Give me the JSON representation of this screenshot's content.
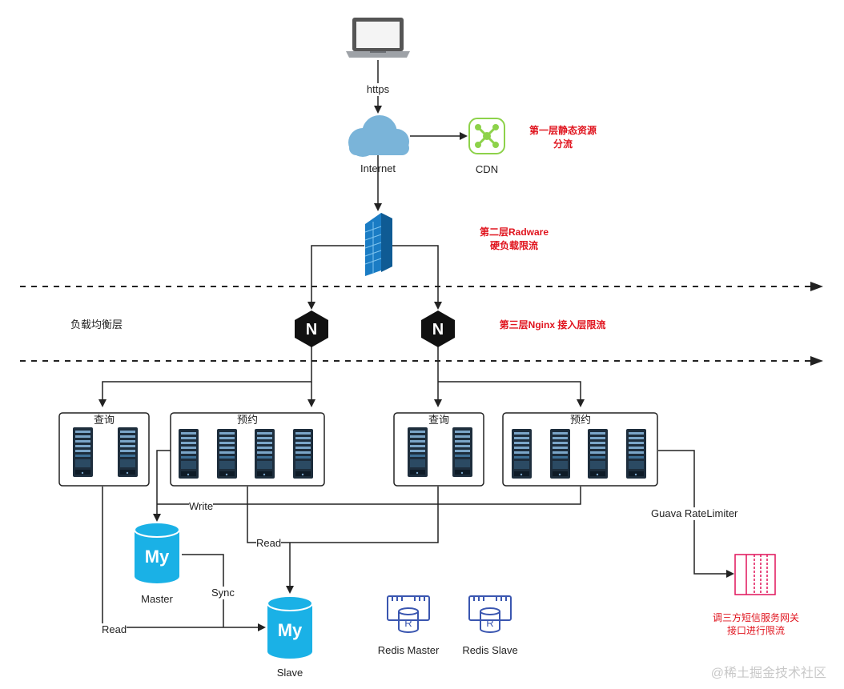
{
  "labels": {
    "https": "https",
    "internet": "Internet",
    "cdn": "CDN",
    "load_balance_layer": "负载均衡层",
    "query_1": "查询",
    "reserve_1": "预约",
    "query_2": "查询",
    "reserve_2": "预约",
    "write": "Write",
    "read_1": "Read",
    "read_2": "Read",
    "sync": "Sync",
    "master": "Master",
    "slave": "Slave",
    "redis_master": "Redis Master",
    "redis_slave": "Redis Slave",
    "guava": "Guava RateLimiter"
  },
  "notes": {
    "layer1": "第一层静态资源\n分流",
    "layer2": "第二层Radware\n硬负载限流",
    "layer3": "第三层Nginx 接入层限流",
    "sms": "调三方短信服务网关接口进行限流"
  },
  "icons": {
    "mysql_text": "My",
    "nginx_text": "N",
    "redis_text": "R"
  },
  "colors": {
    "mysql": "#1ab1e6",
    "cloud": "#7ab4d9",
    "firewall": "#1a7cc4",
    "cdn": "#8dd24a",
    "note": "#e0141e",
    "redis": "#3a56b0",
    "rate_limiter": "#e0145a"
  },
  "watermark": "@稀土掘金技术社区"
}
